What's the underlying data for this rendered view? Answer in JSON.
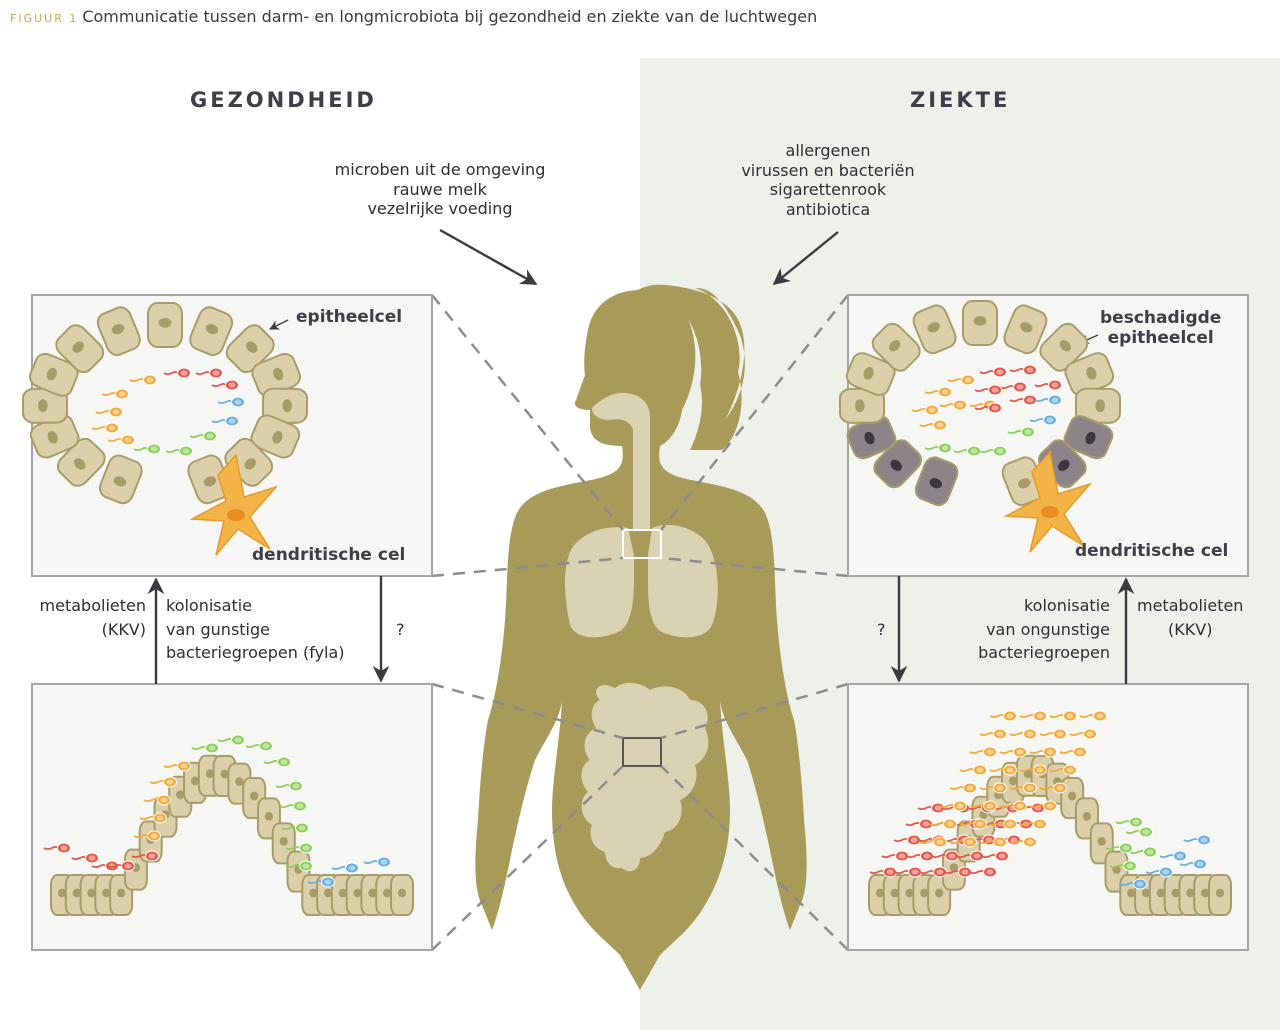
{
  "caption": {
    "figure_label": "FIGUUR 1",
    "title": "Communicatie tussen darm- en longmicrobiota bij gezondheid en ziekte van de luchtwegen"
  },
  "health": {
    "heading": "GEZONDHEID",
    "influences": [
      "microben uit de omgeving",
      "rauwe melk",
      "vezelrijke voeding"
    ],
    "lung_box": {
      "epithelial_label": "epitheelcel",
      "dendritic_label": "dendritische cel"
    },
    "arrow_up_label": [
      "metabolieten",
      "(KKV)"
    ],
    "colonisation_label": [
      "kolonisatie",
      "van gunstige",
      "bacteriegroepen (fyla)"
    ],
    "arrow_down_label": "?"
  },
  "disease": {
    "heading": "ZIEKTE",
    "influences": [
      "allergenen",
      "virussen en bacteriën",
      "sigarettenrook",
      "antibiotica"
    ],
    "lung_box": {
      "epithelial_label": [
        "beschadigde",
        "epitheelcel"
      ],
      "dendritic_label": "dendritische cel"
    },
    "arrow_up_label": [
      "metabolieten",
      "(KKV)"
    ],
    "colonisation_label": [
      "kolonisatie",
      "van ongunstige",
      "bacteriegroepen"
    ],
    "arrow_down_label": "?"
  },
  "colors": {
    "body": "#a89a58",
    "organs": "#d9d3b4",
    "cell_fill": "#dcd0aa",
    "cell_stroke": "#a79c68",
    "damaged_cell": "#8c8488",
    "dendritic": "#f2b446",
    "bacteria_red": "#e2574a",
    "bacteria_orange": "#f2a93a",
    "bacteria_green": "#8ccf5a",
    "bacteria_blue": "#6aaedd",
    "panel_bg": "#f6f6f4",
    "panel_border": "#a5a5a5",
    "disease_bg": "#eef0ea"
  },
  "icons": [
    "woman-silhouette",
    "lungs",
    "intestines",
    "epithelial-cell",
    "dendritic-cell",
    "bacterium"
  ]
}
